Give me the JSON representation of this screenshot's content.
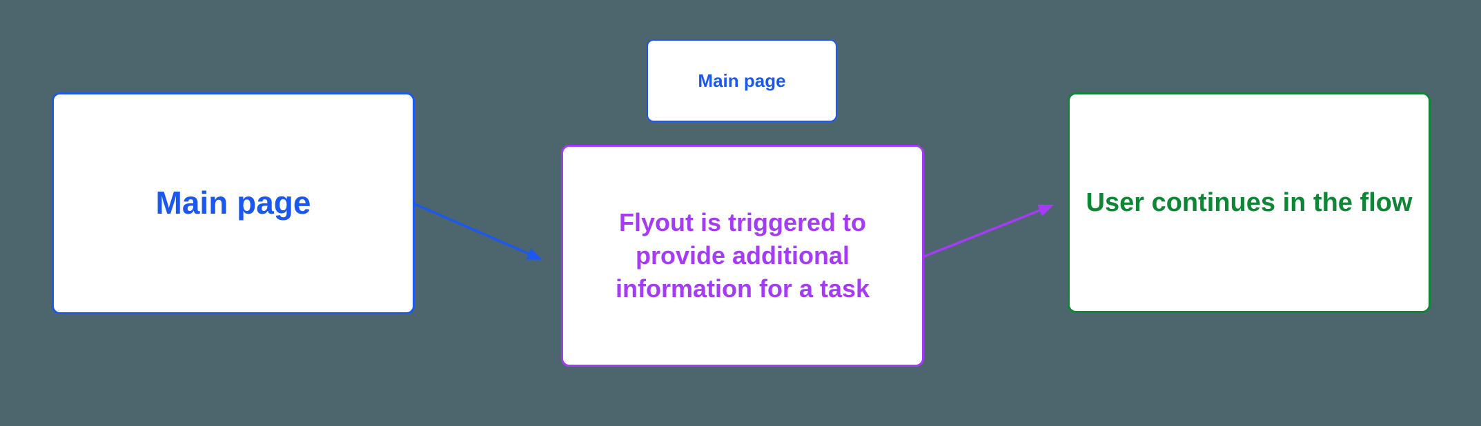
{
  "diagram": {
    "background_color": "#4d666d",
    "nodes": [
      {
        "id": "main-page",
        "label": "Main page",
        "color": "#1a58f0"
      },
      {
        "id": "main-page-small",
        "label": "Main page",
        "color": "#1a58f0"
      },
      {
        "id": "flyout-info",
        "label": "Flyout is triggered to\nprovide additional\ninformation for a task",
        "color": "#a53bf5"
      },
      {
        "id": "user-continues",
        "label": "User continues in the flow",
        "color": "#0e8636"
      }
    ],
    "connectors": [
      {
        "id": "main-page-to-flyout",
        "color": "#1a58f0"
      },
      {
        "id": "flyout-to-user-continues",
        "color": "#a53bf5"
      }
    ]
  }
}
